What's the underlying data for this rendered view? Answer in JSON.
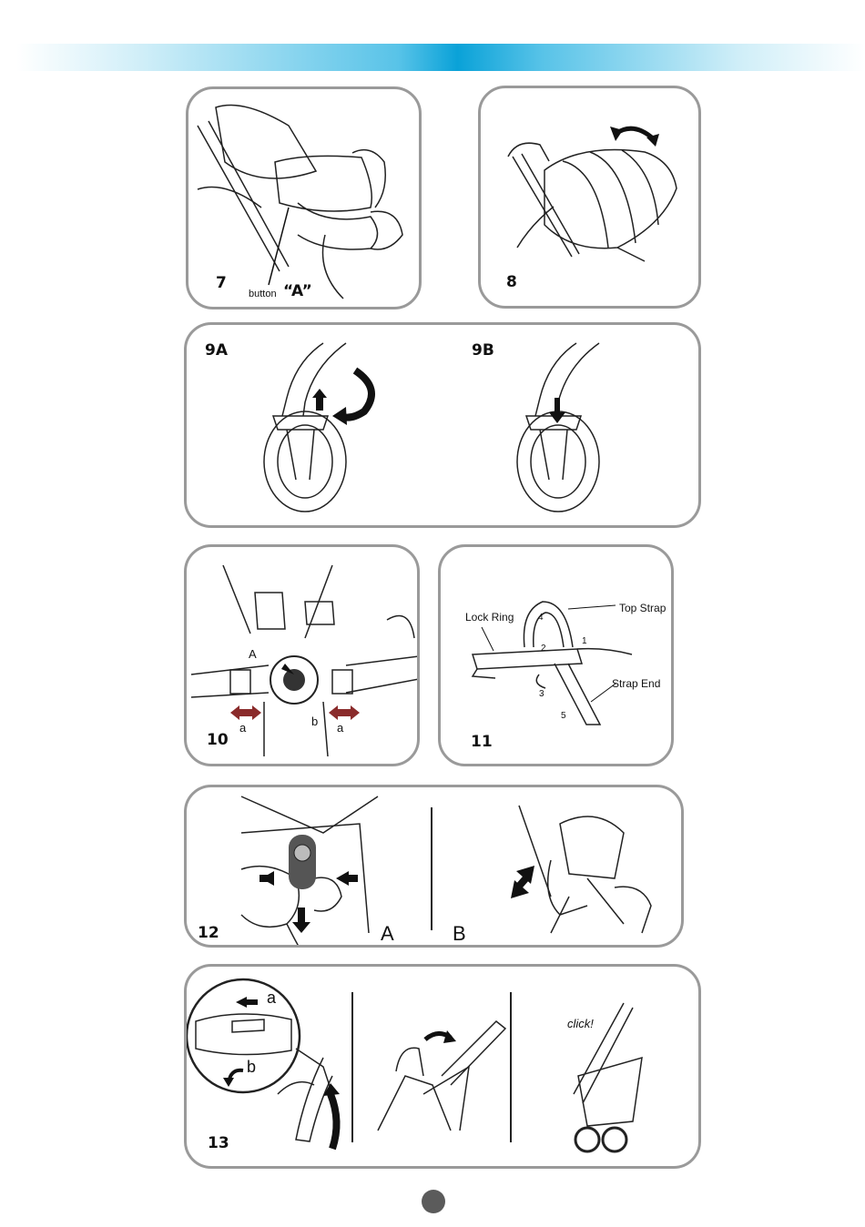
{
  "steps": {
    "s7": {
      "num": "7",
      "button_word": "button",
      "button_id": "“A”"
    },
    "s8": {
      "num": "8"
    },
    "s9": {
      "numA": "9A",
      "numB": "9B"
    },
    "s10": {
      "num": "10",
      "A": "A",
      "a_left": "a",
      "b": "b",
      "a_right": "a"
    },
    "s11": {
      "num": "11",
      "lock_ring": "Lock Ring",
      "top_strap": "Top Strap",
      "strap_end": "Strap End",
      "n1": "1",
      "n2": "2",
      "n3": "3",
      "n4": "4",
      "n5": "5"
    },
    "s12": {
      "num": "12",
      "A": "A",
      "B": "B"
    },
    "s13": {
      "num": "13",
      "a": "a",
      "b": "b",
      "click": "click!"
    }
  },
  "colors": {
    "band": "#0aa2d8",
    "panel_border": "#9a9a9a",
    "page_dot": "#5b5b5b"
  }
}
